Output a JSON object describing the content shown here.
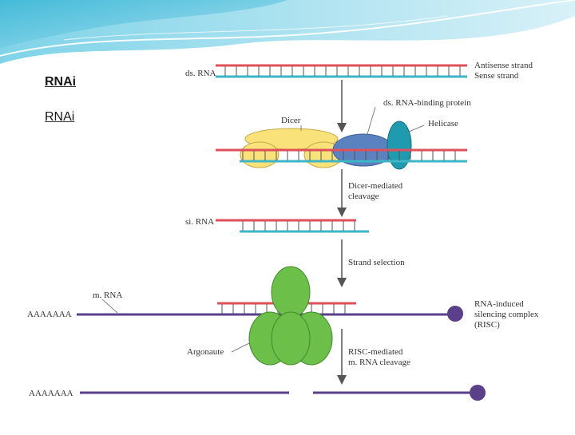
{
  "slide": {
    "heading_primary": "RNAi",
    "heading_secondary": "RNAi"
  },
  "diagram": {
    "labels": {
      "dsrna": "ds. RNA",
      "antisense": "Antisense strand",
      "sense": "Sense strand",
      "dsrna_binding_protein": "ds. RNA-binding protein",
      "dicer": "Dicer",
      "helicase": "Helicase",
      "dicer_mediated_1": "Dicer-mediated",
      "dicer_mediated_2": "cleavage",
      "sirna": "si. RNA",
      "strand_selection": "Strand selection",
      "mrna": "m. RNA",
      "polya_1": "AAAAAAA",
      "risc_1": "RNA-induced",
      "risc_2": "silencing complex",
      "risc_3": "(RISC)",
      "argonaute": "Argonaute",
      "risc_cleavage_1": "RISC-mediated",
      "risc_cleavage_2": "m. RNA cleavage",
      "polya_2": "AAAAAAA"
    },
    "colors": {
      "antisense": "#e0505a",
      "sense": "#3fb6c8",
      "mrna": "#5a3f8a",
      "dicer_yellow": "#f9e27a",
      "dicer_blue": "#5b82c0",
      "helicase": "#1f9bb0",
      "argonaute": "#6cc04a",
      "arrow": "#555555"
    }
  }
}
